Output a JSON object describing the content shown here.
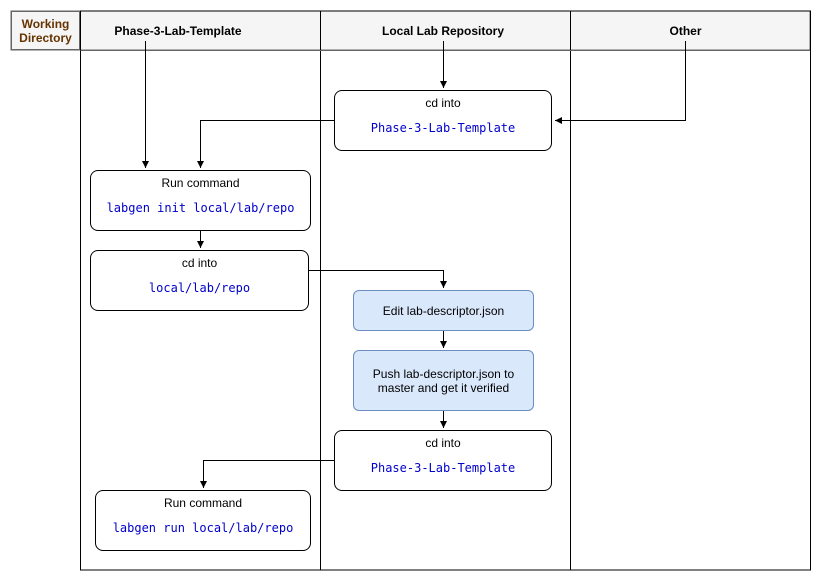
{
  "colors": {
    "working_dir_text": "#663300",
    "code_text": "#0000CC",
    "process_fill": "#DAE8FC",
    "process_border": "#6C8EBF",
    "header_fill": "#F5F5F5"
  },
  "lanes": {
    "working_directory": "Working Directory",
    "phase3": "Phase-3-Lab-Template",
    "local_repo": "Local Lab Repository",
    "other": "Other"
  },
  "steps": {
    "cd_template_1": {
      "title": "cd into",
      "code": "Phase-3-Lab-Template"
    },
    "run_init": {
      "title": "Run command",
      "code": "labgen init local/lab/repo"
    },
    "cd_repo": {
      "title": "cd into",
      "code": "local/lab/repo"
    },
    "edit_descriptor": {
      "label": "Edit lab-descriptor.json"
    },
    "push_descriptor": {
      "line1": "Push lab-descriptor.json to",
      "line2": "master and get it verified"
    },
    "cd_template_2": {
      "title": "cd into",
      "code": "Phase-3-Lab-Template"
    },
    "run_labgen": {
      "title": "Run command",
      "code": "labgen run local/lab/repo"
    }
  }
}
